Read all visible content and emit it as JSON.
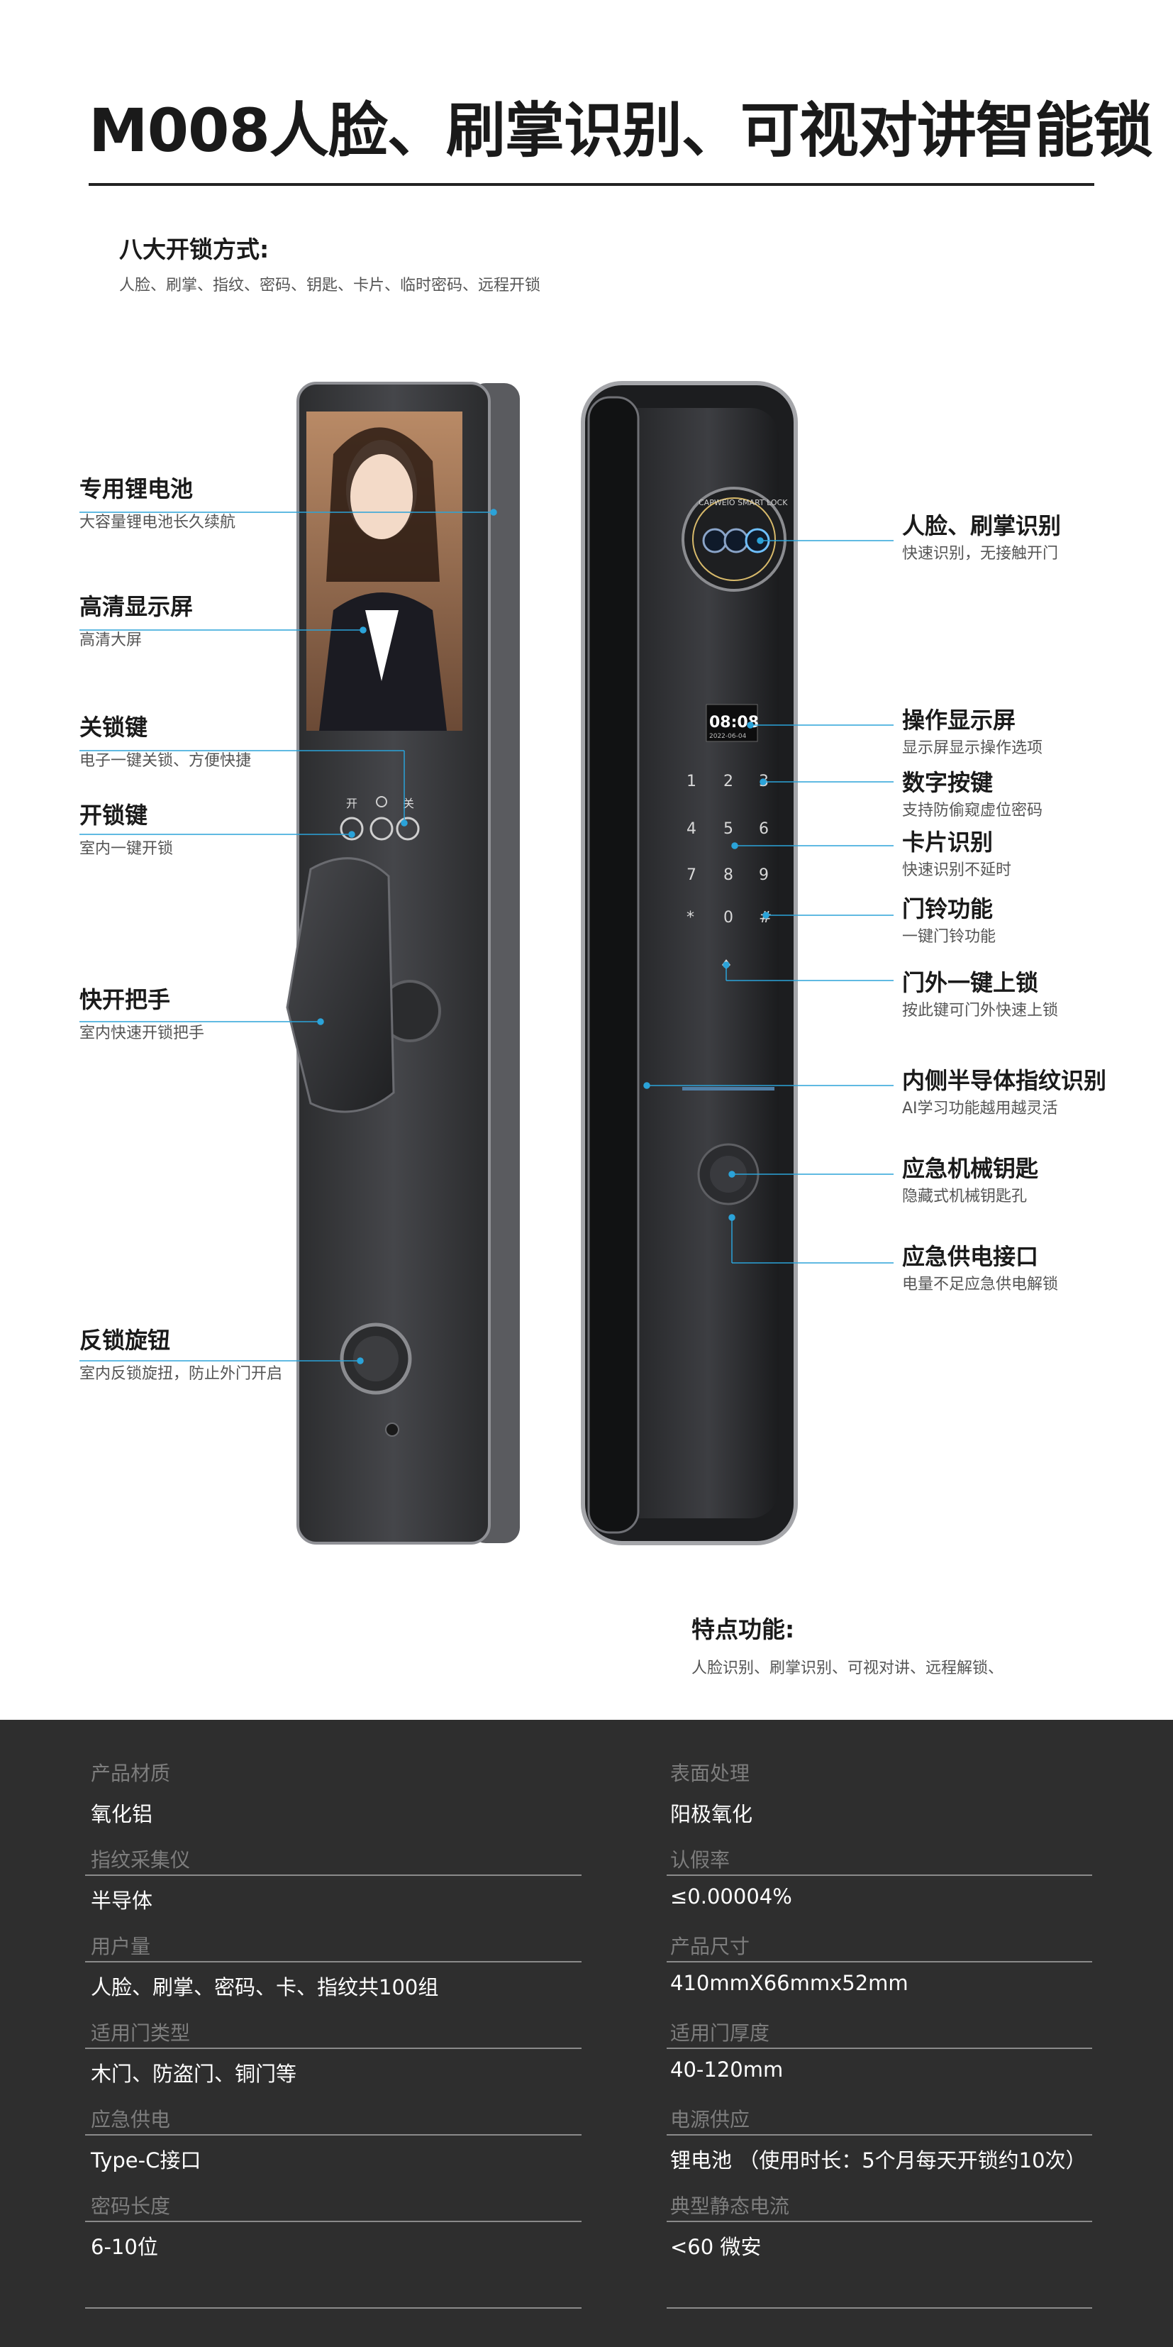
{
  "title": "M008人脸、刷掌识别、可视对讲智能锁",
  "unlock_methods": {
    "heading": "八大开锁方式:",
    "text": "人脸、刷掌、指纹、密码、钥匙、卡片、临时密码、远程开锁"
  },
  "left_callouts": [
    {
      "title": "专用锂电池",
      "desc": "大容量锂电池长久续航"
    },
    {
      "title": "高清显示屏",
      "desc": "高清大屏"
    },
    {
      "title": "关锁键",
      "desc": "电子一键关锁、方便快捷"
    },
    {
      "title": "开锁键",
      "desc": "室内一键开锁"
    },
    {
      "title": "快开把手",
      "desc": "室内快速开锁把手"
    },
    {
      "title": "反锁旋钮",
      "desc": "室内反锁旋扭，防止外门开启"
    }
  ],
  "right_callouts": [
    {
      "title": "人脸、刷掌识别",
      "desc": "快速识别，无接触开门"
    },
    {
      "title": "操作显示屏",
      "desc": "显示屏显示操作选项"
    },
    {
      "title": "数字按键",
      "desc": "支持防偷窥虚位密码"
    },
    {
      "title": "卡片识别",
      "desc": "快速识别不延时"
    },
    {
      "title": "门铃功能",
      "desc": "一键门铃功能"
    },
    {
      "title": "门外一键上锁",
      "desc": "按此键可门外快速上锁"
    },
    {
      "title": "内侧半导体指纹识别",
      "desc": "AI学习功能越用越灵活"
    },
    {
      "title": "应急机械钥匙",
      "desc": "隐藏式机械钥匙孔"
    },
    {
      "title": "应急供电接口",
      "desc": "电量不足应急供电解锁"
    }
  ],
  "device": {
    "inner_button_open": "开",
    "inner_button_close": "关",
    "clock": "08:08",
    "date": "2022-06-04",
    "keypad": [
      "1",
      "2",
      "3",
      "4",
      "5",
      "6",
      "7",
      "8",
      "9",
      "*",
      "0",
      "#"
    ],
    "camera_ring_text": "CAPWEIO SMART LOCK"
  },
  "features": {
    "heading": "特点功能:",
    "text": "人脸识别、刷掌识别、可视对讲、远程解锁、"
  },
  "specs": [
    {
      "label": "产品材质",
      "value": "氧化铝"
    },
    {
      "label": "表面处理",
      "value": "阳极氧化"
    },
    {
      "label": "指纹采集仪",
      "value": "半导体"
    },
    {
      "label": "认假率",
      "value": "≤0.00004%"
    },
    {
      "label": "用户量",
      "value": "人脸、刷掌、密码、卡、指纹共100组"
    },
    {
      "label": "产品尺寸",
      "value": "410mmX66mmx52mm"
    },
    {
      "label": "适用门类型",
      "value": "木门、防盗门、铜门等"
    },
    {
      "label": "适用门厚度",
      "value": "40-120mm"
    },
    {
      "label": "应急供电",
      "value": "Type-C接口"
    },
    {
      "label": "电源供应",
      "value": "锂电池 （使用时长：5个月每天开锁约10次）"
    },
    {
      "label": "密码长度",
      "value": "6-10位"
    },
    {
      "label": "典型静态电流",
      "value": "<60 微安"
    }
  ],
  "colors": {
    "accent": "#2ba3d9",
    "spec_background": "#2e2e2e",
    "device_body": "#3a3b3d"
  }
}
